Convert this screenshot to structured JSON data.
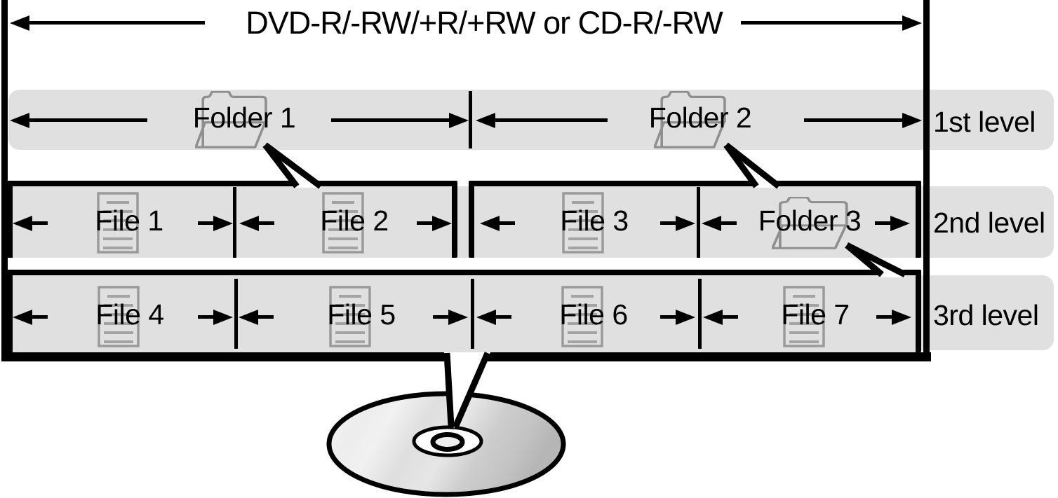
{
  "title": "DVD-R/-RW/+R/+RW or CD-R/-RW",
  "levels": [
    {
      "label": "1st level",
      "items": [
        {
          "name": "Folder 1",
          "type": "folder"
        },
        {
          "name": "Folder 2",
          "type": "folder"
        }
      ]
    },
    {
      "label": "2nd level",
      "items": [
        {
          "name": "File 1",
          "type": "file"
        },
        {
          "name": "File 2",
          "type": "file"
        },
        {
          "name": "File 3",
          "type": "file"
        },
        {
          "name": "Folder 3",
          "type": "folder"
        }
      ]
    },
    {
      "label": "3rd level",
      "items": [
        {
          "name": "File 4",
          "type": "file"
        },
        {
          "name": "File 5",
          "type": "file"
        },
        {
          "name": "File 6",
          "type": "file"
        },
        {
          "name": "File 7",
          "type": "file"
        }
      ]
    }
  ],
  "icons": {
    "folder": "folder-icon",
    "file": "file-icon",
    "disc": "disc-icon"
  },
  "colors": {
    "band_gray": "#e0e0e0",
    "line_black": "#000000",
    "icon_stroke_gray": "#8f8f8f",
    "disc_light": "#f7f7f7",
    "disc_dark": "#b9b9b9"
  }
}
